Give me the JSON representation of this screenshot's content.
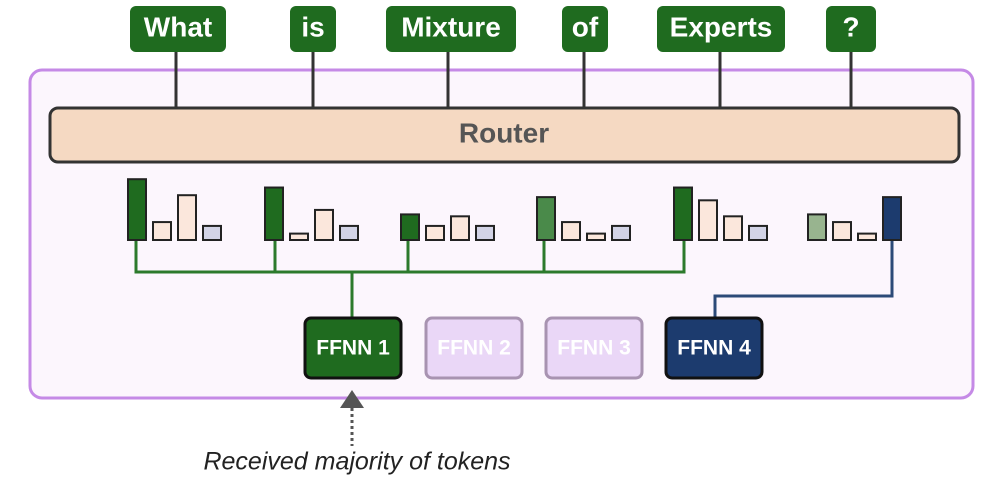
{
  "tokens": [
    {
      "label": "What"
    },
    {
      "label": "is"
    },
    {
      "label": "Mixture"
    },
    {
      "label": "of"
    },
    {
      "label": "Experts"
    },
    {
      "label": "?"
    }
  ],
  "router": {
    "label": "Router"
  },
  "experts": [
    {
      "label": "FFNN 1",
      "state": "active-green"
    },
    {
      "label": "FFNN 2",
      "state": "inactive"
    },
    {
      "label": "FFNN 3",
      "state": "inactive"
    },
    {
      "label": "FFNN 4",
      "state": "active-blue"
    }
  ],
  "routing": {
    "token_expert": [
      1,
      1,
      1,
      1,
      1,
      4
    ],
    "probabilities": [
      [
        0.95,
        0.28,
        0.7,
        0.22
      ],
      [
        0.82,
        0.1,
        0.47,
        0.22
      ],
      [
        0.4,
        0.22,
        0.37,
        0.22
      ],
      [
        0.67,
        0.28,
        0.1,
        0.22
      ],
      [
        0.82,
        0.62,
        0.37,
        0.22
      ],
      [
        0.4,
        0.28,
        0.1,
        0.67
      ]
    ]
  },
  "annotation": {
    "text": "Received majority of tokens"
  },
  "colors": {
    "token_green": "#1f6b1f",
    "router_fill": "#f5d9c2",
    "panel_border": "#c58ae6",
    "panel_fill": "#fcf6fd",
    "expert_blue": "#1c3b6e",
    "inactive_fill": "#ead7f7",
    "inactive_border": "#a893b1",
    "bar_peach": "#fbe7dc",
    "bar_lavender": "#d2d3e6",
    "line_green": "#2c7a2c",
    "line_blue": "#2c4a78"
  }
}
